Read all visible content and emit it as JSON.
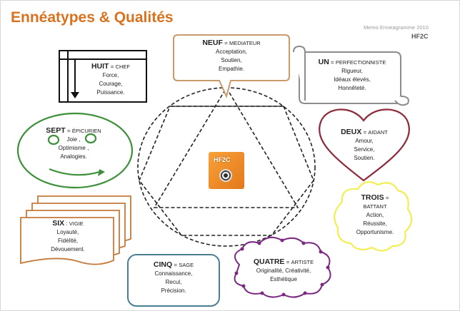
{
  "title": "Ennéatypes & Qualités",
  "credit": "Memo Enneagramme 2010",
  "brand": "HF2C",
  "center_logo": "HF2C",
  "colors": {
    "title": "#d9721e",
    "huit": "#111111",
    "neuf": "#c99a6b",
    "un": "#8c8c8c",
    "deux": "#8b2a3a",
    "trois": "#f2ee55",
    "quatre": "#7a2a80",
    "cinq": "#4a7f92",
    "six": "#c37a3a",
    "sept": "#3d8f3a"
  },
  "types": {
    "huit": {
      "name": "HUIT",
      "sep": " = ",
      "title": "CHEF",
      "qualities": [
        "Force,",
        "Courage,",
        "Puissance."
      ]
    },
    "neuf": {
      "name": "NEUF",
      "sep": " = ",
      "title": "MEDIATEUR",
      "qualities": [
        "Acceptation,",
        "Soutien,",
        "Empathie."
      ]
    },
    "un": {
      "name": "UN",
      "sep": " = ",
      "title": "PERFECTIONNISTE",
      "qualities": [
        "Rigueur,",
        "Idéaux élevés,",
        "Honnêteté."
      ]
    },
    "deux": {
      "name": "DEUX",
      "sep": " = ",
      "title": "AIDANT",
      "qualities": [
        "Amour,",
        "Service,",
        "Soutien."
      ]
    },
    "trois": {
      "name": "TROIS",
      "sep": " = ",
      "title": "BATTANT",
      "qualities": [
        "Action,",
        "Réussite,",
        "Opportunisme."
      ]
    },
    "quatre": {
      "name": "QUATRE",
      "sep": " = ",
      "title": "ARTISTE",
      "qualities": [
        "Originalité, Créativité,",
        "Esthétique"
      ]
    },
    "cinq": {
      "name": "CINQ",
      "sep": " = ",
      "title": "SAGE",
      "qualities": [
        "Connaissance,",
        "Recul,",
        "Précision."
      ]
    },
    "six": {
      "name": "SIX",
      "sep": " : ",
      "title": "VIGIE",
      "qualities": [
        "Loyauté,",
        "Fidélité,",
        "Dévouement."
      ]
    },
    "sept": {
      "name": "SEPT",
      "sep": " = ",
      "title": "ÉPICURIEN",
      "qualities": [
        "Joie ,",
        "Optimisme ,",
        "Analogies."
      ]
    }
  }
}
